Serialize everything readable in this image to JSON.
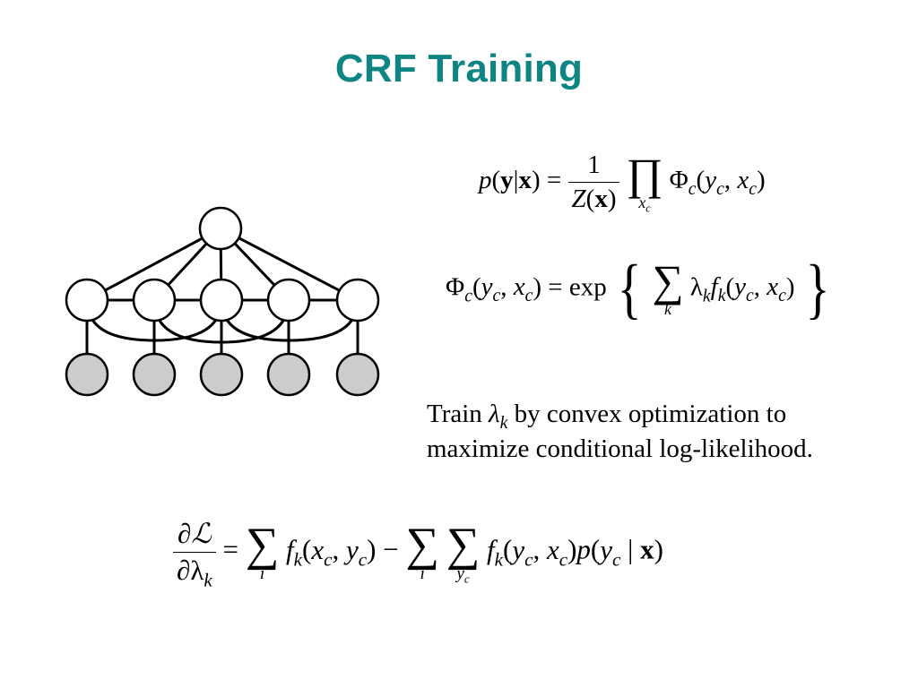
{
  "slide": {
    "title": "CRF Training",
    "title_color": "#0e8582"
  },
  "equations": {
    "eq1": {
      "lhs": "p(y|x) =",
      "frac_num": "1",
      "frac_den": "Z(x)",
      "prod_limit": "x_c",
      "rhs": "Φ_c(y_c, x_c)"
    },
    "eq2": {
      "lhs": "Φ_c(y_c, x_c) = exp",
      "sum_limit": "k",
      "term": "λ_k f_k(y_c, x_c)"
    },
    "eq3": {
      "frac_num": "∂ℒ",
      "frac_den": "∂λ_k",
      "sum1_limit": "i",
      "term1": "f_k(x_c, y_c)",
      "sum2_limit": "i",
      "sum3_limit": "y_c",
      "term2": "f_k(y_c, x_c) p(y_c | x)"
    }
  },
  "text": {
    "line1_pre": "Train",
    "line1_post": "by convex optimization to",
    "line2": "maximize conditional log-likelihood."
  },
  "diagram": {
    "node_fill_hidden": "#ffffff",
    "node_fill_observed": "#cccccc",
    "hidden_nodes": 5,
    "observed_nodes": 5,
    "top_nodes": 1
  }
}
